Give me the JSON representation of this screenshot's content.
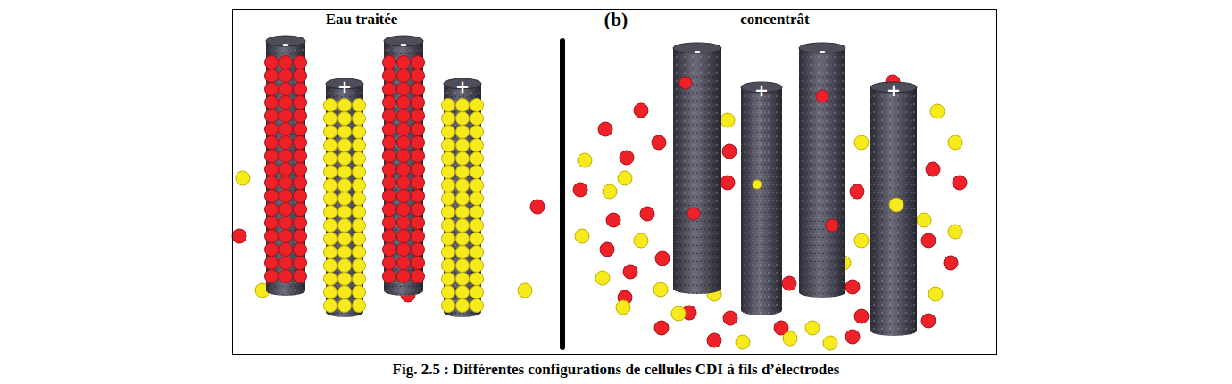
{
  "diagram": {
    "caption": "Fig. 2.5 : Différentes configurations de cellules CDI à fils d’électrodes",
    "nodes": [
      {
        "text": [
          "-"
        ]
      },
      {
        "text": [
          "+"
        ]
      },
      {
        "text": [
          "-"
        ]
      },
      {
        "text": [
          "+"
        ]
      },
      {
        "text": [
          "-"
        ]
      },
      {
        "text": [
          "+"
        ]
      },
      {
        "text": [
          "-"
        ]
      },
      {
        "text": [
          "+"
        ]
      }
    ],
    "labels": [
      "Eau traitée",
      "(b)",
      "concentrât"
    ]
  }
}
